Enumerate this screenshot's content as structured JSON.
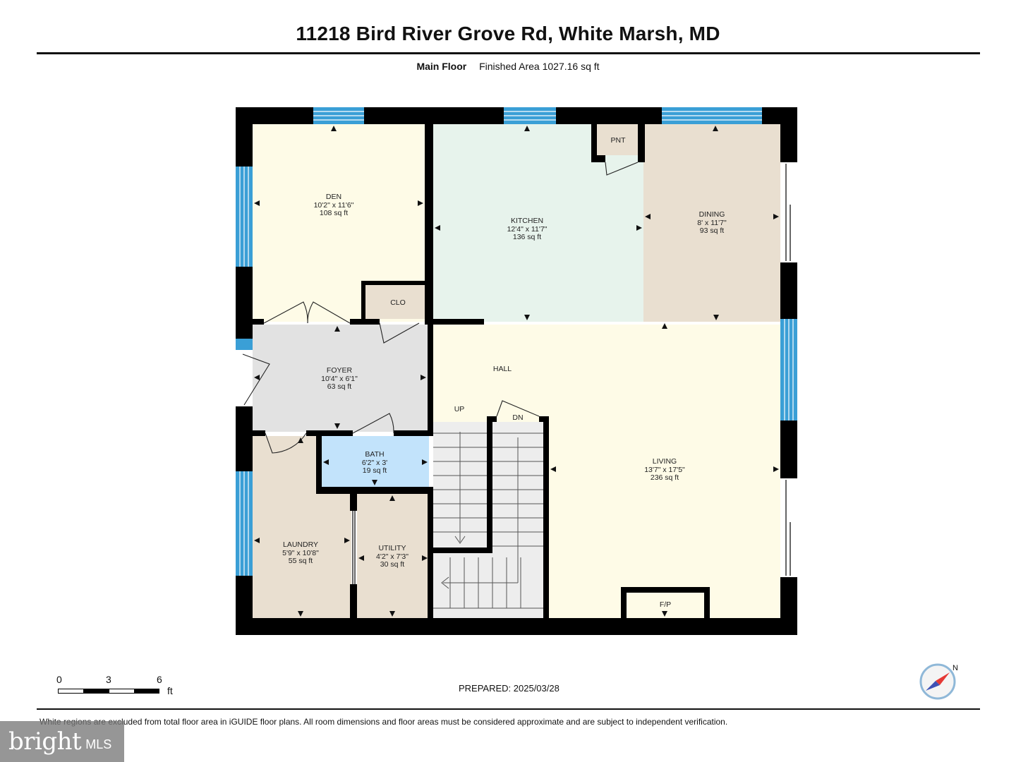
{
  "header": {
    "address": "11218 Bird River Grove Rd, White Marsh, MD",
    "level": "Main Floor",
    "finished_area": "Finished Area 1027.16 sq ft"
  },
  "rooms": [
    {
      "key": "den",
      "name": "DEN",
      "dims": "10'2\" x 11'6\"",
      "area": "108 sq ft",
      "fill": "#fefbe7"
    },
    {
      "key": "kitchen",
      "name": "KITCHEN",
      "dims": "12'4\" x 11'7\"",
      "area": "136 sq ft",
      "fill": "#e7f3ec"
    },
    {
      "key": "dining",
      "name": "DINING",
      "dims": "8' x 11'7\"",
      "area": "93 sq ft",
      "fill": "#e9dfd0"
    },
    {
      "key": "foyer",
      "name": "FOYER",
      "dims": "10'4\" x 6'1\"",
      "area": "63 sq ft",
      "fill": "#e2e2e2"
    },
    {
      "key": "bath",
      "name": "BATH",
      "dims": "6'2\" x 3'",
      "area": "19 sq ft",
      "fill": "#c2e3fb"
    },
    {
      "key": "laundry",
      "name": "LAUNDRY",
      "dims": "5'9\" x 10'8\"",
      "area": "55 sq ft",
      "fill": "#e9dfd0"
    },
    {
      "key": "utility",
      "name": "UTILITY",
      "dims": "4'2\" x 7'3\"",
      "area": "30 sq ft",
      "fill": "#e9dfd0"
    },
    {
      "key": "living",
      "name": "LIVING",
      "dims": "13'7\" x 17'5\"",
      "area": "236 sq ft",
      "fill": "#fefbe7"
    }
  ],
  "labels": {
    "pantry": "PNT",
    "closet": "CLO",
    "hall": "HALL",
    "stairs_up": "UP",
    "stairs_down": "DN",
    "fireplace": "F/P"
  },
  "scale": {
    "ticks": [
      "0",
      "3",
      "6"
    ],
    "unit": "ft"
  },
  "compass": {
    "north_label": "N"
  },
  "footer": {
    "prepared": "PREPARED: 2025/03/28",
    "disclaimer": "White regions are excluded from total floor area in iGUIDE floor plans. All room dimensions and floor areas must be considered approximate and are subject to independent verification."
  },
  "watermark": {
    "brand": "bright",
    "suffix": "MLS"
  },
  "colors": {
    "wall": "#000000",
    "window": "#3a9fd6",
    "stair": "#ededed"
  }
}
